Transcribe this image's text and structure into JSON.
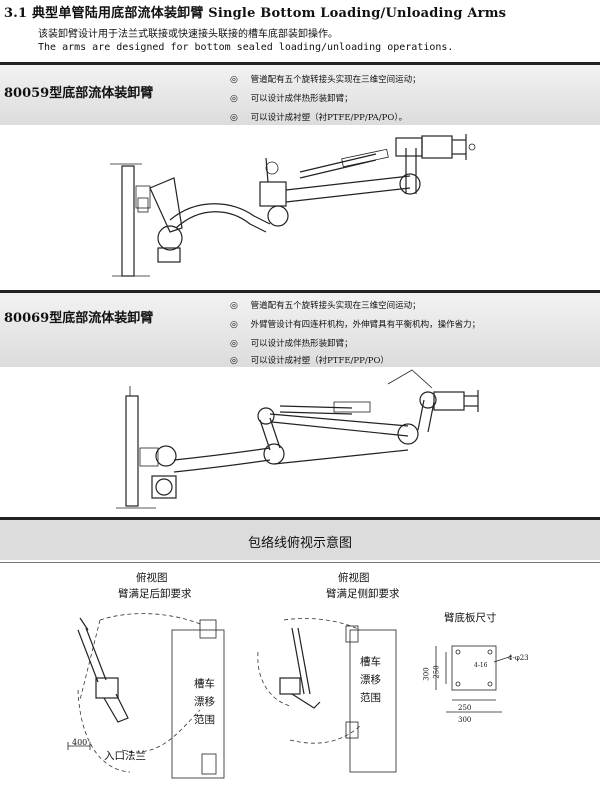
{
  "header": {
    "title": "3.1 典型单管陆用底部流体装卸臂 Single Bottom Loading/Unloading Arms",
    "intro_cn": "该装卸臂设计用于法兰式联接或快速接头联接的槽车底部装卸操作。",
    "intro_en": "The arms are designed for bottom sealed loading/unloading operations."
  },
  "sections": [
    {
      "title": "80059型底部流体装卸臂",
      "features": [
        "管道配有五个旋转接头实现在三维空间运动；",
        "可以设计成伴热形装卸臂；",
        "可以设计成衬塑（衬PTFE/PP/PA/PO）。"
      ]
    },
    {
      "title": "80069型底部流体装卸臂",
      "features": [
        "管道配有五个旋转接头实现在三维空间运动；",
        "外臂管设计有四连杆机构，外伸臂具有平衡机构，操作省力；",
        "可以设计成伴热形装卸臂；",
        "可以设计成衬塑（衬PTFE/PP/PO）"
      ]
    }
  ],
  "bullet_glyph": "◎",
  "envelope": {
    "title": "包络线俯视示意图",
    "view1_title": "俯视图",
    "view1_sub": "臂满足后卸要求",
    "view2_title": "俯视图",
    "view2_sub": "臂满足侧卸要求",
    "range_label_1": "槽车",
    "range_label_2": "漂移",
    "range_label_3": "范围",
    "dim_400": "400",
    "inlet_label": "入口法兰",
    "plate_title": "臂底板尺寸",
    "dim_300v": "300",
    "dim_250v": "250",
    "dim_250h": "250",
    "dim_300h": "300",
    "hole_label": "4-φ23",
    "bolt_label": "4-16"
  }
}
